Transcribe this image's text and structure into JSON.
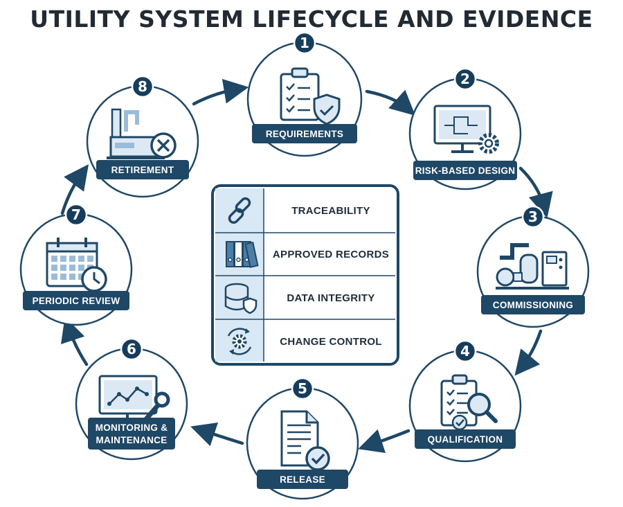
{
  "title": "UTILITY SYSTEM LIFECYCLE AND EVIDENCE",
  "colors": {
    "navy": "#1f4766",
    "badge": "#173d5c",
    "arrow": "#1f4766",
    "icon_fill": "#dce9f4",
    "panel_left": "#d8e8f4"
  },
  "stages": [
    {
      "number": "1",
      "label": "REQUIREMENTS",
      "icon": "clipboard-shield-icon"
    },
    {
      "number": "2",
      "label": "RISK-BASED DESIGN",
      "icon": "monitor-gear-icon"
    },
    {
      "number": "3",
      "label": "COMMISSIONING",
      "icon": "pump-machinery-icon"
    },
    {
      "number": "4",
      "label": "QUALIFICATION",
      "icon": "clipboard-magnifier-icon"
    },
    {
      "number": "5",
      "label": "RELEASE",
      "icon": "document-check-icon"
    },
    {
      "number": "6",
      "label": [
        "MONITORING &",
        "MAINTENANCE"
      ],
      "icon": "monitor-wrench-icon"
    },
    {
      "number": "7",
      "label": "PERIODIC REVIEW",
      "icon": "calendar-clock-icon"
    },
    {
      "number": "8",
      "label": "RETIREMENT",
      "icon": "factory-cancel-icon"
    }
  ],
  "evidence": [
    {
      "label": "TRACEABILITY",
      "icon": "chain-link-icon"
    },
    {
      "label": "APPROVED RECORDS",
      "icon": "binders-icon"
    },
    {
      "label": "DATA INTEGRITY",
      "icon": "database-shield-icon"
    },
    {
      "label": "CHANGE CONTROL",
      "icon": "cycle-gear-icon"
    }
  ]
}
